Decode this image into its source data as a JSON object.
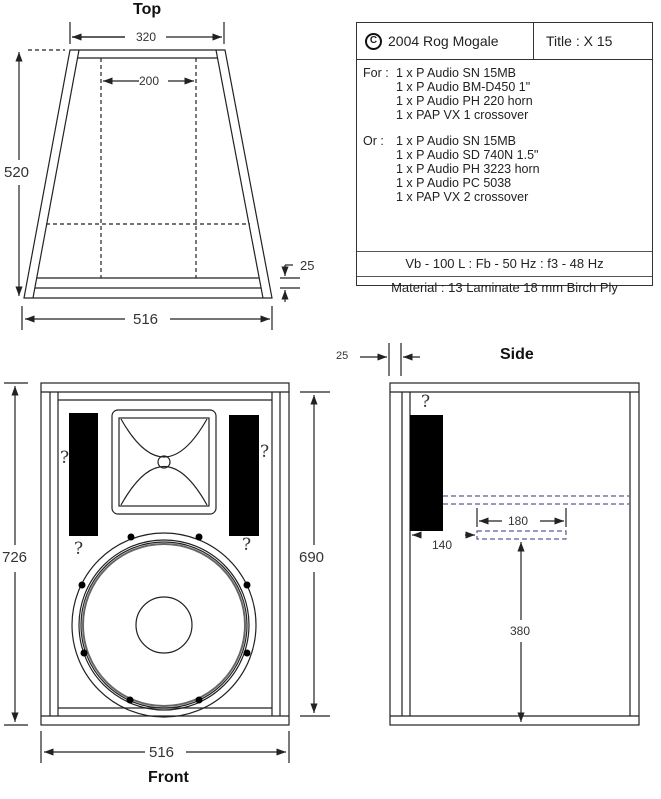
{
  "views": {
    "top": {
      "title": "Top",
      "dims": {
        "top_width": "320",
        "inner_width": "200",
        "depth": "520",
        "bottom_width": "516",
        "thickness": "25"
      }
    },
    "front": {
      "title": "Front",
      "dims": {
        "outer_height": "726",
        "inner_height": "690",
        "width": "516"
      },
      "unknown_marks": [
        "?",
        "?",
        "?",
        "?"
      ]
    },
    "side": {
      "title": "Side",
      "dims": {
        "panel_thickness": "25",
        "port_length": "180",
        "port_offset": "140",
        "port_height": "380"
      },
      "unknown_marks": [
        "?"
      ]
    }
  },
  "spec": {
    "copyright_symbol": "C",
    "copyright": "2004 Rog Mogale",
    "title": "Title : X 15",
    "groups": [
      {
        "key": "For :",
        "items": [
          "1 x P Audio SN 15MB",
          "1 x P Audio BM-D450 1\"",
          "1 x P Audio PH 220 horn",
          "1 x PAP  VX 1 crossover"
        ]
      },
      {
        "key": "Or :",
        "items": [
          "1 x P Audio SN 15MB",
          "1 x P Audio SD 740N 1.5\"",
          "1 x P Audio PH 3223 horn",
          "1 x P Audio PC 5038",
          "1 x PAP  VX 2 crossover"
        ]
      }
    ],
    "tuning": "Vb - 100 L : Fb - 50 Hz : f3 - 48 Hz",
    "material": "Material : 13 Laminate 18 mm Birch Ply"
  },
  "colors": {
    "line": "#222222",
    "port": "#5a5a9a",
    "fill": "#000000"
  }
}
